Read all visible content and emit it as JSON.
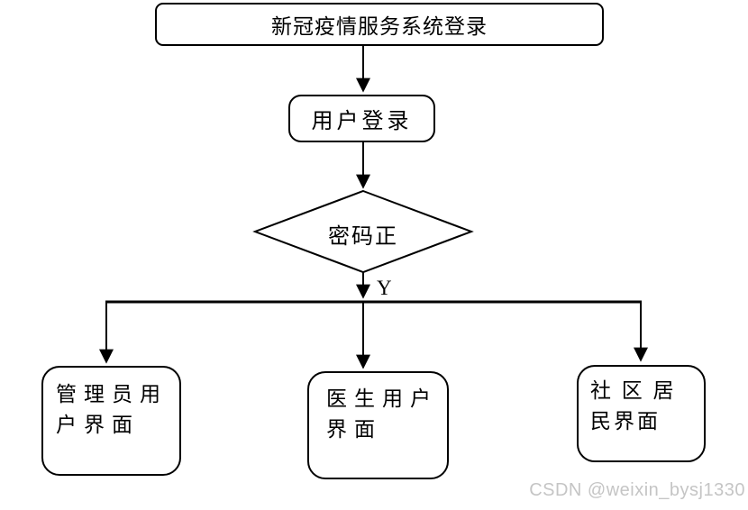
{
  "flowchart": {
    "start": {
      "label": "新冠疫情服务系统登录"
    },
    "login": {
      "label": "用户登录"
    },
    "decision": {
      "label": "密码正",
      "yes_label": "Y"
    },
    "branches": {
      "admin": {
        "lines": [
          "管理员用",
          "户界面"
        ]
      },
      "doctor": {
        "lines": [
          "医生用户",
          "界面"
        ]
      },
      "resident": {
        "lines": [
          "社 区 居",
          "民界面"
        ]
      }
    }
  },
  "watermark": {
    "text": "CSDN @weixin_bysj1330"
  },
  "colors": {
    "line": "#000000",
    "background": "#ffffff",
    "watermark_text": "#c5c5c5"
  }
}
